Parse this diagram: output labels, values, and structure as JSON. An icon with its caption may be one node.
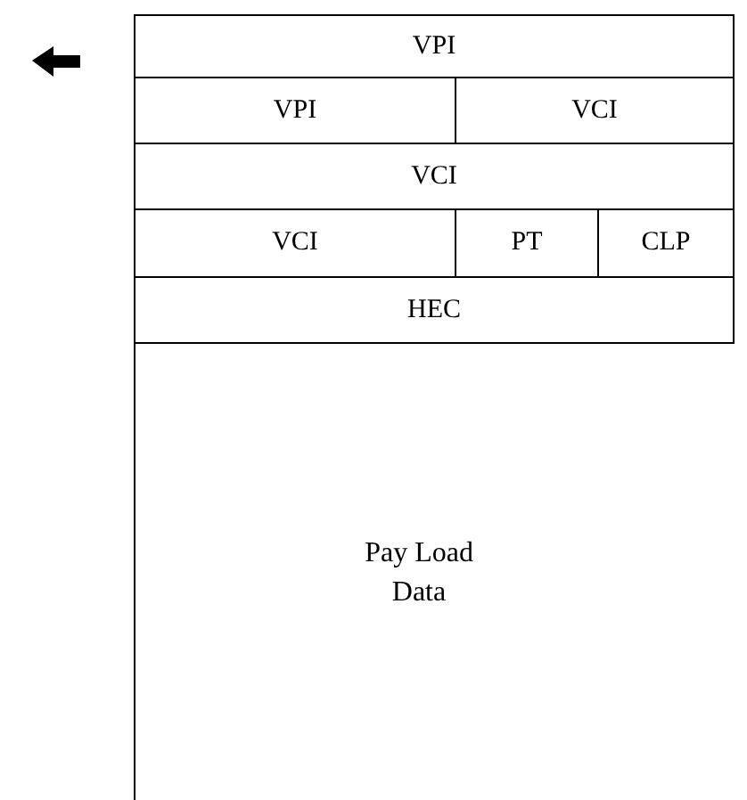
{
  "diagram": {
    "labels": [
      "VPI",
      "VPI",
      "VCI",
      "VCI",
      "VCI",
      "PT",
      "CLP",
      "HEC",
      "Pay Load Data"
    ]
  }
}
